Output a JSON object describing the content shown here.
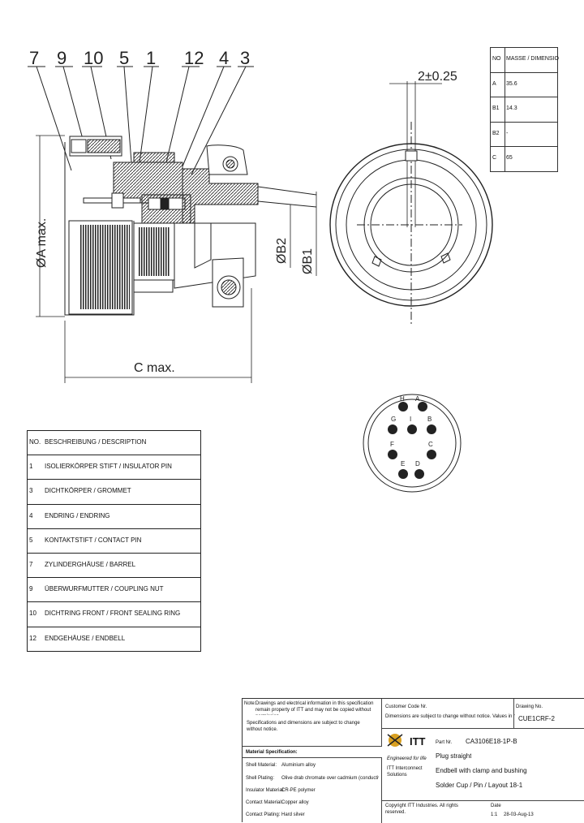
{
  "callouts": [
    "7",
    "9",
    "10",
    "5",
    "1",
    "12",
    "4",
    "3"
  ],
  "dimensions": {
    "diameter_a": "ØA max.",
    "diameter_b1": "ØB1",
    "diameter_b2": "ØB2",
    "length_c": "C max.",
    "slot": "2±0.25"
  },
  "dimension_table": {
    "headers": [
      "NO",
      "MASSE / DIMENSIO"
    ],
    "rows": [
      {
        "key": "A",
        "value": "35.6"
      },
      {
        "key": "B1",
        "value": "14.3"
      },
      {
        "key": "B2",
        "value": "-"
      },
      {
        "key": "C",
        "value": "65"
      }
    ]
  },
  "parts_table": {
    "header": {
      "no": "NO.",
      "desc": "BESCHREIBUNG / DESCRIPTION"
    },
    "rows": [
      {
        "no": "1",
        "desc": "ISOLIERKÖRPER STIFT / INSULATOR PIN"
      },
      {
        "no": "3",
        "desc": "DICHTKÖRPER / GROMMET"
      },
      {
        "no": "4",
        "desc": "ENDRING / ENDRING"
      },
      {
        "no": "5",
        "desc": "KONTAKTSTIFT / CONTACT PIN"
      },
      {
        "no": "7",
        "desc": "ZYLINDERGHÄUSE / BARREL"
      },
      {
        "no": "9",
        "desc": "ÜBERWURFMUTTER / COUPLING NUT"
      },
      {
        "no": "10",
        "desc": "DICHTRING FRONT / FRONT SEALING RING"
      },
      {
        "no": "12",
        "desc": "ENDGEHÄUSE / ENDBELL"
      }
    ]
  },
  "pin_letters": [
    "H",
    "A",
    "G",
    "I",
    "B",
    "F",
    "C",
    "E",
    "D"
  ],
  "notes": {
    "note_label": "Note:",
    "note_1": "Drawings and electrical information in this specification remain property of ITT and may not be copied without permission.",
    "note_2": "Specifications and dimensions are subject to change without notice.",
    "material_heading": "Material Specification:",
    "materials": [
      {
        "label": "Shell Material:",
        "value": "Aluminium alloy"
      },
      {
        "label": "Shell Plating:",
        "value": "Olive drab chromate over cadmium (conductive)"
      },
      {
        "label": "Insulator Material:",
        "value": "CR-PE polymer"
      },
      {
        "label": "Contact Material:",
        "value": "Copper alloy"
      },
      {
        "label": "Contact Plating:",
        "value": "Hard silver"
      }
    ]
  },
  "title_block": {
    "customer_label": "Customer Code Nr.",
    "customer_note": "Dimensions are subject to change without notice. Values in mm; ITT Cannon",
    "drawing_no_label": "Drawing No.",
    "drawing_no": "CUE1CRF-2",
    "part_label": "Part Nr.",
    "part_number": "CA3106E18-1P-B",
    "brand": "ITT",
    "tagline": "Engineered for life",
    "division": "ITT Interconnect Solutions",
    "desc_1": "Plug straight",
    "desc_2": "Endbell with clamp and bushing",
    "desc_3": "Solder Cup / Pin / Layout 18-1",
    "footer_note": "Copyright ITT Industries. All rights reserved.",
    "date_label": "Date",
    "date": "28-03-Aug-13",
    "scale": "1:1"
  }
}
